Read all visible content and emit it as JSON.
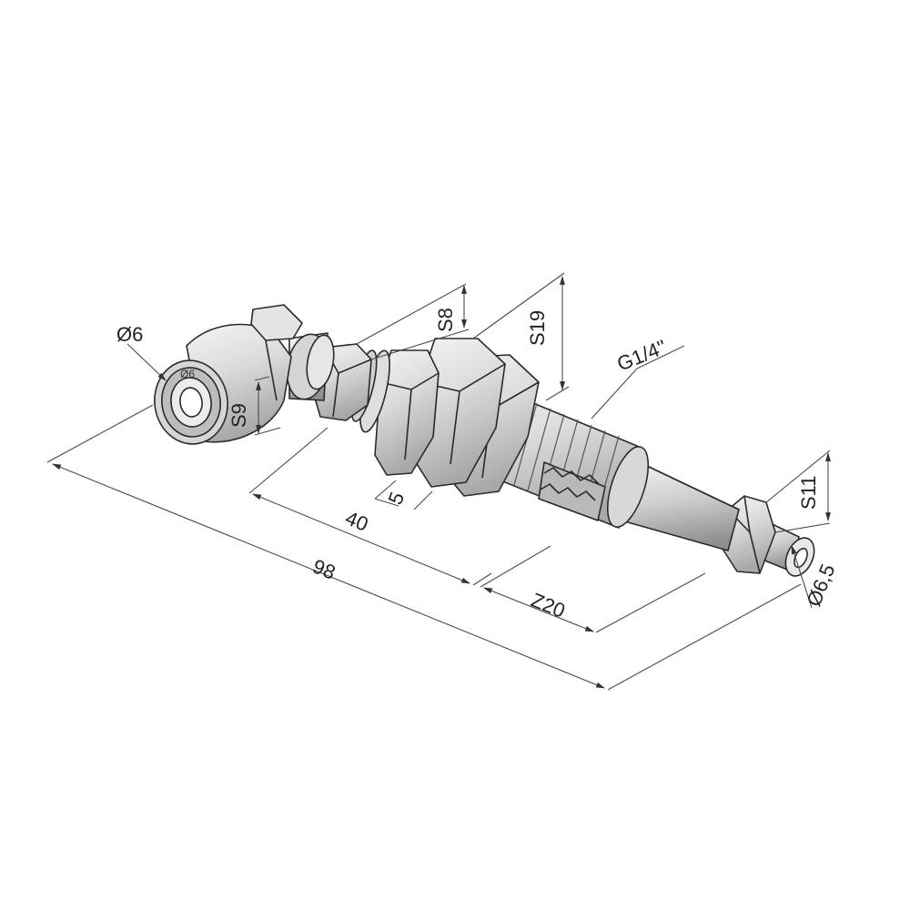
{
  "drawing": {
    "colors": {
      "line": "#2a2a2a",
      "metal_light": "#ececec",
      "metal_mid": "#cfcfcf",
      "metal_dark": "#9a9a9a"
    },
    "dimensions": {
      "overall_length": "98",
      "length_40": "40",
      "nut_thickness": "5",
      "thread_length": "Z20",
      "hex_large": "S19",
      "hex_small": "S8",
      "hex_front": "S11",
      "hex_elbow": "S9",
      "tube_diameter": "Ø6",
      "hose_barb_diameter": "Ø6,5",
      "thread": "G1/4''"
    },
    "elbow_marking": "Ø6"
  }
}
